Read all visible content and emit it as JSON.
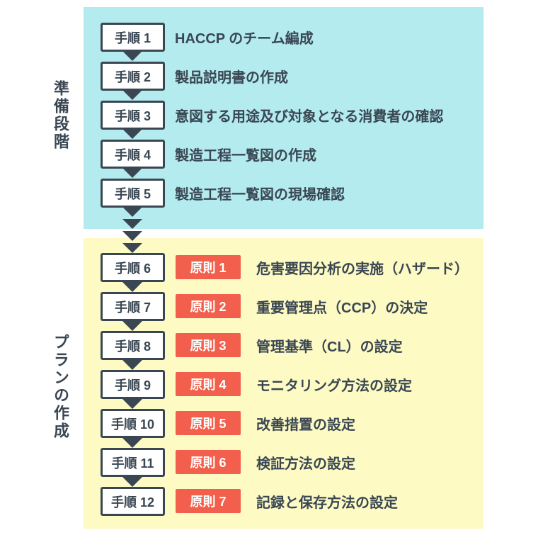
{
  "colors": {
    "navy": "#3a4753",
    "cyan_bg": "#b3ebee",
    "yellow_bg": "#fdfac3",
    "red_badge": "#f2604d",
    "box_bg": "#ffffff"
  },
  "sections": [
    {
      "label": "準備段階",
      "steps": [
        {
          "step": "手順 1",
          "description": "HACCP のチーム編成"
        },
        {
          "step": "手順 2",
          "description": "製品説明書の作成"
        },
        {
          "step": "手順 3",
          "description": "意図する用途及び対象となる消費者の確認"
        },
        {
          "step": "手順 4",
          "description": "製造工程一覧図の作成"
        },
        {
          "step": "手順 5",
          "description": "製造工程一覧図の現場確認"
        }
      ]
    },
    {
      "label": "プランの作成",
      "steps": [
        {
          "step": "手順 6",
          "principle": "原則 1",
          "description": "危害要因分析の実施（ハザード）"
        },
        {
          "step": "手順 7",
          "principle": "原則 2",
          "description": "重要管理点（CCP）の決定"
        },
        {
          "step": "手順 8",
          "principle": "原則 3",
          "description": "管理基準（CL）の設定"
        },
        {
          "step": "手順 9",
          "principle": "原則 4",
          "description": "モニタリング方法の設定"
        },
        {
          "step": "手順 10",
          "principle": "原則 5",
          "description": "改善措置の設定"
        },
        {
          "step": "手順 11",
          "principle": "原則 6",
          "description": "検証方法の設定"
        },
        {
          "step": "手順 12",
          "principle": "原則 7",
          "description": "記録と保存方法の設定"
        }
      ]
    }
  ]
}
